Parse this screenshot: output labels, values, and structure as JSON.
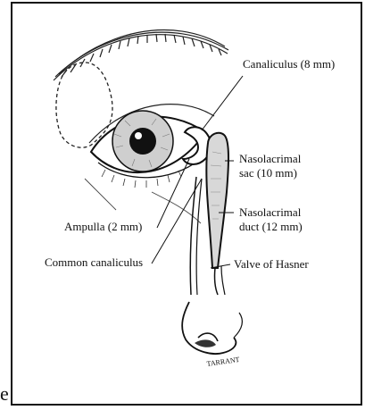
{
  "labels": {
    "canaliculus": "Canaliculus (8 mm)",
    "sac_line1": "Nasolacrimal",
    "sac_line2": "sac (10 mm)",
    "duct_line1": "Nasolacrimal",
    "duct_line2": "duct (12 mm)",
    "ampulla": "Ampulla (2 mm)",
    "common_canaliculus": "Common canaliculus",
    "valve": "Valve of Hasner"
  },
  "signature": "TARRANT",
  "stray_char": "e"
}
